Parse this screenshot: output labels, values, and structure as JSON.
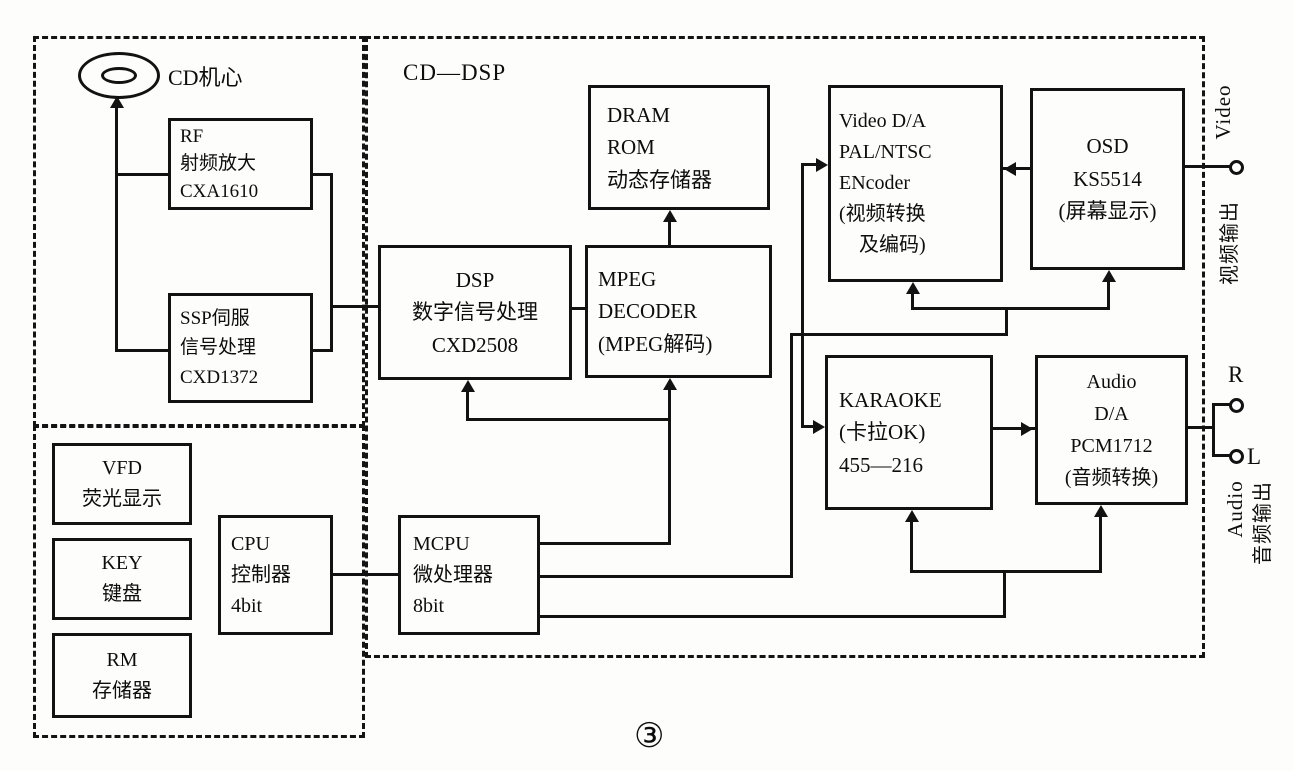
{
  "diagram": {
    "title_labels": {
      "cd_core": "CD机心",
      "cd_dsp": "CD—DSP",
      "figure_number": "③"
    },
    "blocks": {
      "rf": [
        "RF",
        "射频放大",
        "CXA1610"
      ],
      "ssp": [
        "SSP伺服",
        "信号处理",
        "CXD1372"
      ],
      "dram": [
        "DRAM",
        "ROM",
        "动态存储器"
      ],
      "dsp": [
        "DSP",
        "数字信号处理",
        "CXD2508"
      ],
      "mpeg": [
        "MPEG",
        "DECODER",
        "(MPEG解码)"
      ],
      "video_da": [
        "Video D/A",
        "PAL/NTSC",
        "ENcoder",
        "(视频转换",
        "及编码)"
      ],
      "osd": [
        "OSD",
        "KS5514",
        "(屏幕显示)"
      ],
      "karaoke": [
        "KARAOKE",
        "(卡拉OK)",
        "455—216"
      ],
      "audio_da": [
        "Audio",
        "D/A",
        "PCM1712",
        "(音频转换)"
      ],
      "vfd": [
        "VFD",
        "荧光显示"
      ],
      "key": [
        "KEY",
        "键盘"
      ],
      "rm": [
        "RM",
        "存储器"
      ],
      "cpu": [
        "CPU",
        "控制器",
        "4bit"
      ],
      "mcpu": [
        "MCPU",
        "微处理器",
        "8bit"
      ]
    },
    "outputs": {
      "video_en": "Video",
      "video_cn": "视频输出",
      "right_channel": "R",
      "left_channel": "L",
      "audio_en": "Audio",
      "audio_cn": "音频输出"
    }
  }
}
